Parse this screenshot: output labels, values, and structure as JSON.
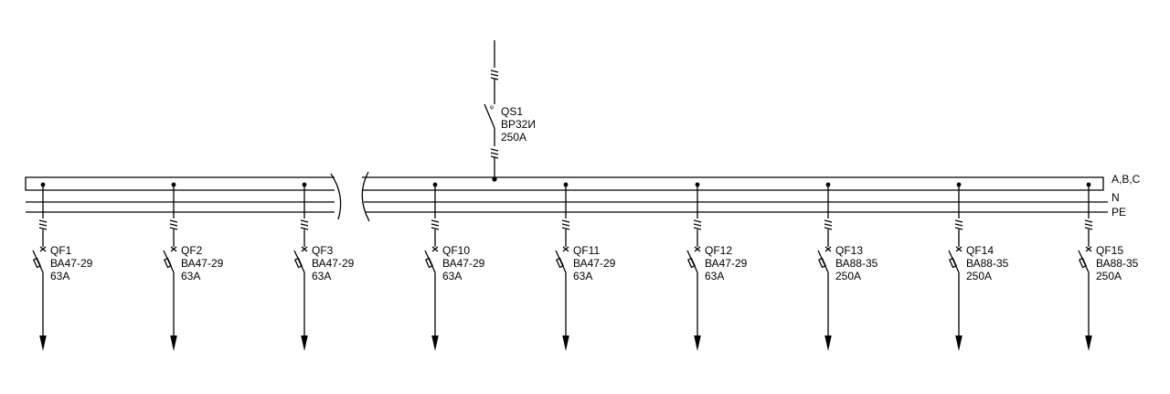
{
  "bus_labels": {
    "phases": "A,B,C",
    "neutral": "N",
    "protective": "PE"
  },
  "incomer": {
    "id": "QS1",
    "type": "ВР32И",
    "rating": "250А"
  },
  "feeders": [
    {
      "id": "QF1",
      "type": "ВА47-29",
      "rating": "63А"
    },
    {
      "id": "QF2",
      "type": "ВА47-29",
      "rating": "63А"
    },
    {
      "id": "QF3",
      "type": "ВА47-29",
      "rating": "63А"
    },
    {
      "id": "QF10",
      "type": "ВА47-29",
      "rating": "63А"
    },
    {
      "id": "QF11",
      "type": "ВА47-29",
      "rating": "63А"
    },
    {
      "id": "QF12",
      "type": "ВА47-29",
      "rating": "63А"
    },
    {
      "id": "QF13",
      "type": "ВА88-35",
      "rating": "250А"
    },
    {
      "id": "QF14",
      "type": "ВА88-35",
      "rating": "250А"
    },
    {
      "id": "QF15",
      "type": "ВА88-35",
      "rating": "250А"
    }
  ]
}
